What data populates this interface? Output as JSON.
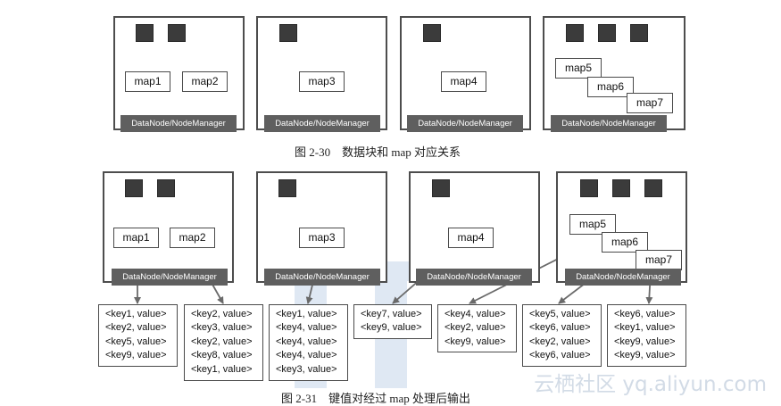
{
  "figure1": {
    "caption": "图 2-30　数据块和 map 对应关系",
    "nodes": [
      {
        "label": "DataNode/NodeManager",
        "maps": [
          "map1",
          "map2"
        ]
      },
      {
        "label": "DataNode/NodeManager",
        "maps": [
          "map3"
        ]
      },
      {
        "label": "DataNode/NodeManager",
        "maps": [
          "map4"
        ]
      },
      {
        "label": "DataNode/NodeManager",
        "maps": [
          "map5",
          "map6",
          "map7"
        ]
      }
    ]
  },
  "figure2": {
    "caption": "图 2-31　键值对经过 map 处理后输出",
    "nodes": [
      {
        "label": "DataNode/NodeManager",
        "maps": [
          "map1",
          "map2"
        ]
      },
      {
        "label": "DataNode/NodeManager",
        "maps": [
          "map3"
        ]
      },
      {
        "label": "DataNode/NodeManager",
        "maps": [
          "map4"
        ]
      },
      {
        "label": "DataNode/NodeManager",
        "maps": [
          "map5",
          "map6",
          "map7"
        ]
      }
    ],
    "outputs": [
      [
        "<key1, value>",
        "<key2, value>",
        "<key5, value>",
        "<key9, value>"
      ],
      [
        "<key2, value>",
        "<key3, value>",
        "<key2, value>",
        "<key8, value>",
        "<key1, value>"
      ],
      [
        "<key1, value>",
        "<key4, value>",
        "<key4, value>",
        "<key4, value>",
        "<key3, value>"
      ],
      [
        "<key7, value>",
        "<key9, value>"
      ],
      [
        "<key4, value>",
        "<key2, value>",
        "<key9, value>"
      ],
      [
        "<key5, value>",
        "<key6, value>",
        "<key2, value>",
        "<key6, value>"
      ],
      [
        "<key6, value>",
        "<key1, value>",
        "<key9, value>",
        "<key9, value>"
      ]
    ]
  },
  "watermark": "云栖社区 yq.aliyun.com",
  "colors": {
    "block": "#3b3b3b",
    "dn_bar": "#5f5f5f",
    "border": "#4d4d4d",
    "arrow": "#6a6a6a"
  }
}
